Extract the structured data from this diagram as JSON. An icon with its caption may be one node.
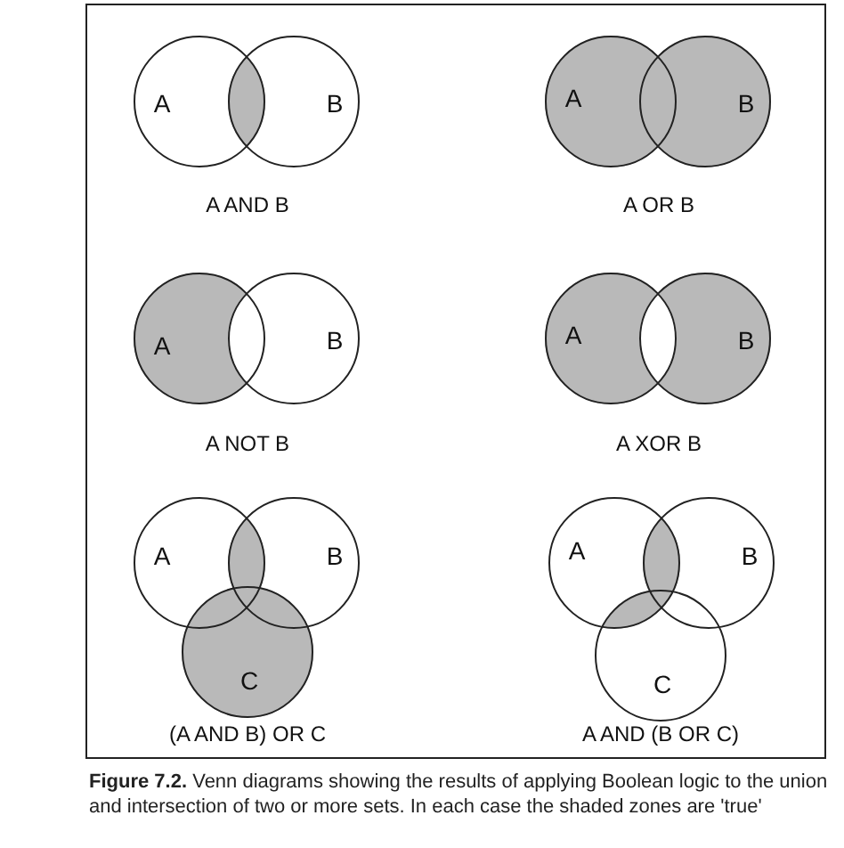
{
  "diagram": {
    "caption": "**Figure 7.2.** Venn diagrams showing the results of applying Boolean logic to the union and intersection of two or more sets.  In each case the shaded zones are 'true'",
    "nodes": [
      {
        "text": [
          "A"
        ]
      },
      {
        "text": [
          "B"
        ]
      },
      {
        "text": [
          "A"
        ]
      },
      {
        "text": [
          "B"
        ]
      },
      {
        "text": [
          "A"
        ]
      },
      {
        "text": [
          "B"
        ]
      },
      {
        "text": [
          "A"
        ]
      },
      {
        "text": [
          "B"
        ]
      },
      {
        "text": [
          "A"
        ]
      },
      {
        "text": [
          "B"
        ]
      },
      {
        "text": [
          "C"
        ]
      },
      {
        "text": [
          "A"
        ]
      },
      {
        "text": [
          "B"
        ]
      },
      {
        "text": [
          "C"
        ]
      }
    ],
    "labels": [
      "A AND B",
      "A OR B",
      "A NOT B",
      "A XOR B",
      "(A AND B) OR C",
      "A AND (B OR C)"
    ]
  }
}
